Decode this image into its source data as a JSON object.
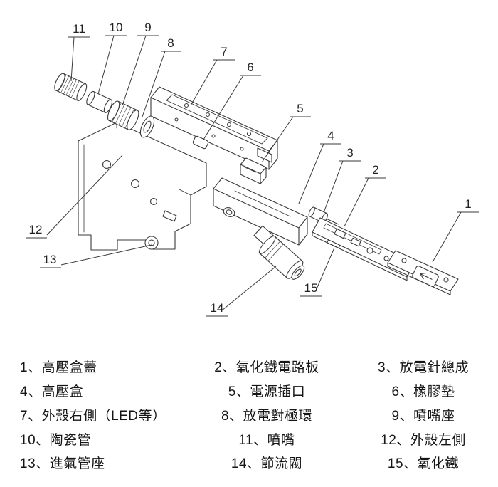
{
  "diagram": {
    "callouts": {
      "c1": "1",
      "c2": "2",
      "c3": "3",
      "c4": "4",
      "c5": "5",
      "c6": "6",
      "c7": "7",
      "c8": "8",
      "c9": "9",
      "c10": "10",
      "c11": "11",
      "c12": "12",
      "c13": "13",
      "c14": "14",
      "c15": "15"
    }
  },
  "legend": {
    "items": [
      {
        "label": "1、高壓盒蓋"
      },
      {
        "label": "2、氧化鐵電路板"
      },
      {
        "label": "3、放電針總成"
      },
      {
        "label": "4、高壓盒"
      },
      {
        "label": "5、電源插口"
      },
      {
        "label": "6、橡膠墊"
      },
      {
        "label": "7、外殼右側（LED等）"
      },
      {
        "label": "8、放電對極環"
      },
      {
        "label": "9、噴嘴座"
      },
      {
        "label": "10、陶瓷管"
      },
      {
        "label": "11、噴嘴"
      },
      {
        "label": "12、外殼左側"
      },
      {
        "label": "13、進氣管座"
      },
      {
        "label": "14、節流閥"
      },
      {
        "label": "15、氧化鐵"
      }
    ]
  }
}
